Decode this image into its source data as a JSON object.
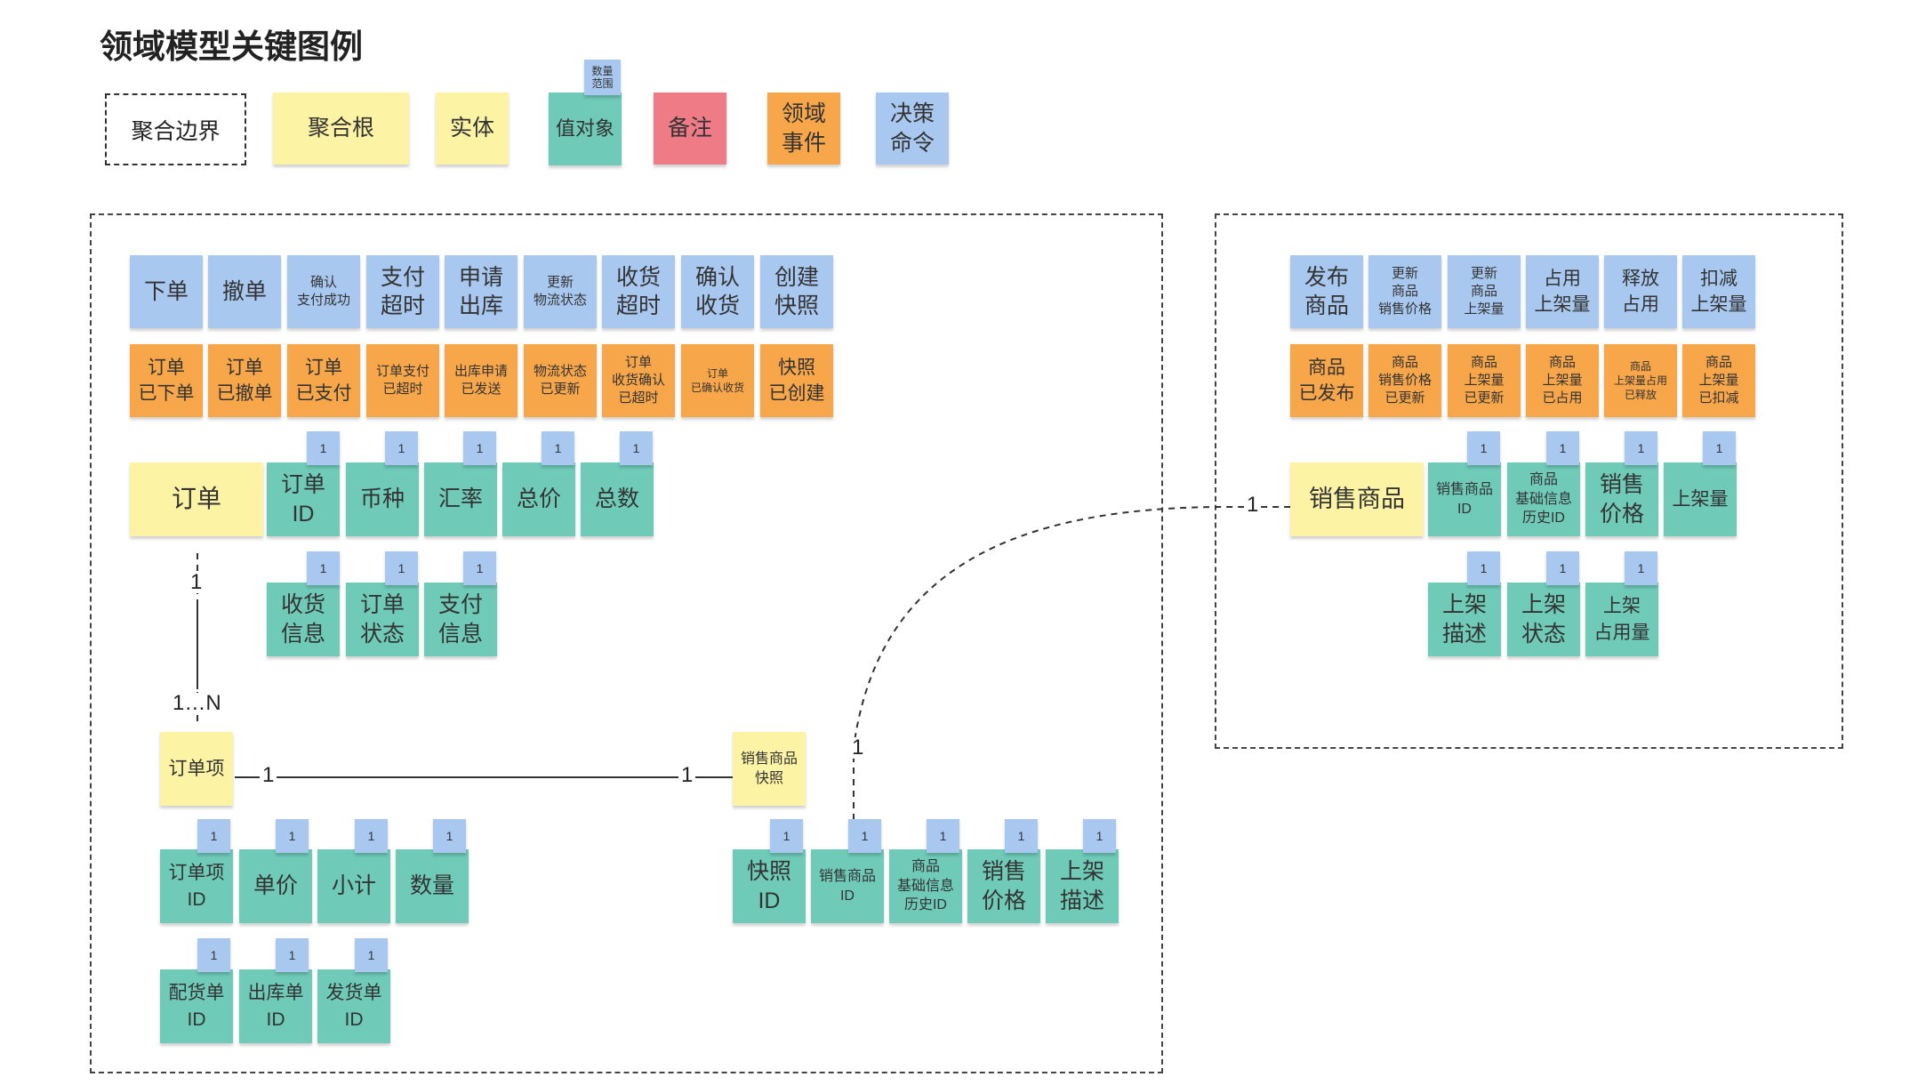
{
  "title": "领域模型关键图例",
  "legend": {
    "boundary": "聚合边界",
    "root": "聚合根",
    "entity": "实体",
    "value_object": "值对象",
    "value_badge": "数量\n范围",
    "note": "备注",
    "event": "领域\n事件",
    "command": "决策\n命令"
  },
  "order": {
    "commands": [
      "下单",
      "撤单",
      "确认\n支付成功",
      "支付\n超时",
      "申请\n出库",
      "更新\n物流状态",
      "收货\n超时",
      "确认\n收货",
      "创建\n快照"
    ],
    "events": [
      "订单\n已下单",
      "订单\n已撤单",
      "订单\n已支付",
      "订单支付\n已超时",
      "出库申请\n已发送",
      "物流状态\n已更新",
      "订单\n收货确认\n已超时",
      "订单\n已确认收货",
      "快照\n已创建"
    ],
    "root": "订单",
    "values_row1": [
      "订单\nID",
      "币种",
      "汇率",
      "总价",
      "总数"
    ],
    "values_row2": [
      "收货\n信息",
      "订单\n状态",
      "支付\n信息"
    ],
    "item": "订单项",
    "item_values_row1": [
      "订单项\nID",
      "单价",
      "小计",
      "数量"
    ],
    "item_values_row2": [
      "配货单\nID",
      "出库单\nID",
      "发货单\nID"
    ],
    "snapshot": "销售商品\n快照",
    "snapshot_values": [
      "快照\nID",
      "销售商品\nID",
      "商品\n基础信息\n历史ID",
      "销售\n价格",
      "上架\n描述"
    ]
  },
  "product": {
    "commands": [
      "发布\n商品",
      "更新\n商品\n销售价格",
      "更新\n商品\n上架量",
      "占用\n上架量",
      "释放\n占用",
      "扣减\n上架量"
    ],
    "events": [
      "商品\n已发布",
      "商品\n销售价格\n已更新",
      "商品\n上架量\n已更新",
      "商品\n上架量\n已占用",
      "商品\n上架量占用\n已释放",
      "商品\n上架量\n已扣减"
    ],
    "root": "销售商品",
    "values_row1": [
      "销售商品\nID",
      "商品\n基础信息\n历史ID",
      "销售\n价格",
      "上架量"
    ],
    "values_row2": [
      "上架\n描述",
      "上架\n状态",
      "上架\n占用量"
    ]
  },
  "badge_value": "1",
  "relations": {
    "order_to_item_top": "1",
    "order_to_item_bottom": "1…N",
    "item_to_snapshot_left": "1",
    "item_to_snapshot_right": "1",
    "snapshot_to_product_bottom": "1",
    "snapshot_to_product_right": "1"
  }
}
